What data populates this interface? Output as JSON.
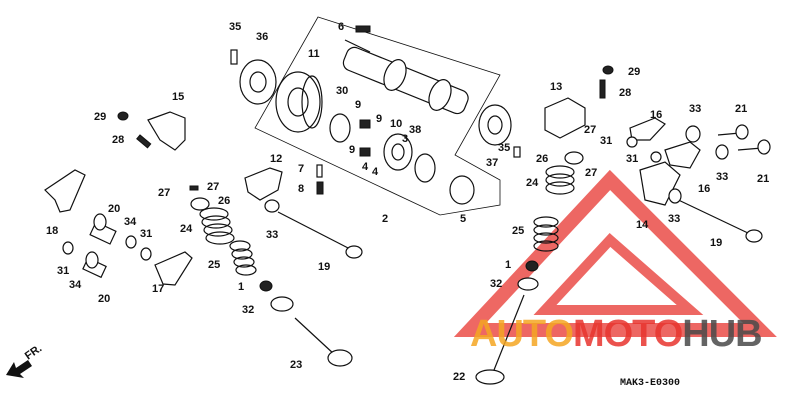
{
  "diagram": {
    "drawing_code": "MAK3-E0300",
    "front_marker": "FR.",
    "part_labels": [
      "1",
      "2",
      "3",
      "4",
      "5",
      "6",
      "7",
      "8",
      "9",
      "10",
      "11",
      "12",
      "13",
      "14",
      "15",
      "16",
      "17",
      "18",
      "19",
      "20",
      "21",
      "22",
      "23",
      "24",
      "25",
      "26",
      "27",
      "28",
      "29",
      "30",
      "31",
      "32",
      "33",
      "34",
      "35",
      "36",
      "37",
      "38"
    ]
  },
  "watermark": {
    "text_auto": "AUTO",
    "text_moto": "MOTO",
    "text_hub": "HUB",
    "colors": {
      "auto": "#f5a623",
      "moto": "#e8352f",
      "hub": "#4a4a4a",
      "triangle": "#e8352f"
    }
  }
}
